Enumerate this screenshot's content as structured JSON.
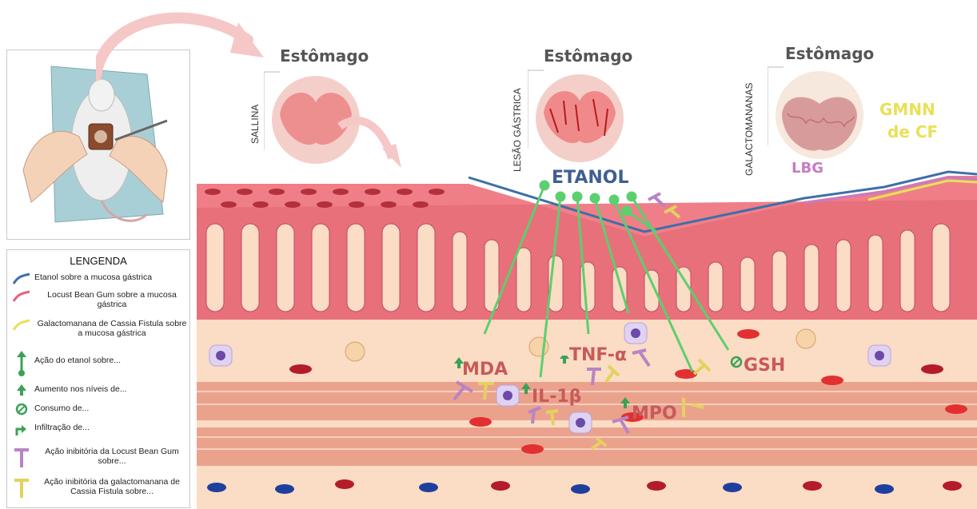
{
  "stomachs": [
    {
      "title": "Estômago",
      "label": "SALLINA"
    },
    {
      "title": "Estômago",
      "label": "LESÃO GÁSTRICA"
    },
    {
      "title": "Estômago",
      "label": "GALACTOMANANAS"
    }
  ],
  "tissue_labels": {
    "etanol": "ETANOL",
    "lbg": "LBG",
    "gmnn_line1": "GMNN",
    "gmnn_line2": "de CF",
    "mda": "MDA",
    "il1b": "IL-1β",
    "tnfa": "TNF-α",
    "mpo": "MPO",
    "gsh": "GSH"
  },
  "legend": {
    "title": "LENGENDA",
    "items": [
      {
        "text": "Etanol sobre a mucosa gástrica",
        "icon": "blue-curve"
      },
      {
        "text": "Locust Bean Gum  sobre a mucosa gástrica",
        "icon": "pink-curve"
      },
      {
        "text": "Galactomanana de Cassia Fistula sobre a mucosa gástrica",
        "icon": "yellow-curve"
      },
      {
        "text": "Ação do etanol sobre...",
        "icon": "green-arrow"
      },
      {
        "text": "Aumento nos níveis de...",
        "icon": "green-up-arrow"
      },
      {
        "text": "Consumo de...",
        "icon": "green-consumption"
      },
      {
        "text": "Infiltração de...",
        "icon": "green-bent-arrow"
      },
      {
        "text": "Ação inibitória da Locust Bean Gum  sobre...",
        "icon": "purple-t"
      },
      {
        "text": "Ação inibitória da galactomanana de Cassia Fistula  sobre...",
        "icon": "yellow-t"
      }
    ]
  },
  "colors": {
    "etanol_line": "#3d6fa8",
    "lbg": "#c77bc4",
    "gmnn": "#e8e05a",
    "action_arrow": "#5ccf6e",
    "mucosa": "#e8707a",
    "tissue": "#fbdcc4",
    "label_red": "#c85a5a",
    "etanol_text": "#3f5f92"
  }
}
